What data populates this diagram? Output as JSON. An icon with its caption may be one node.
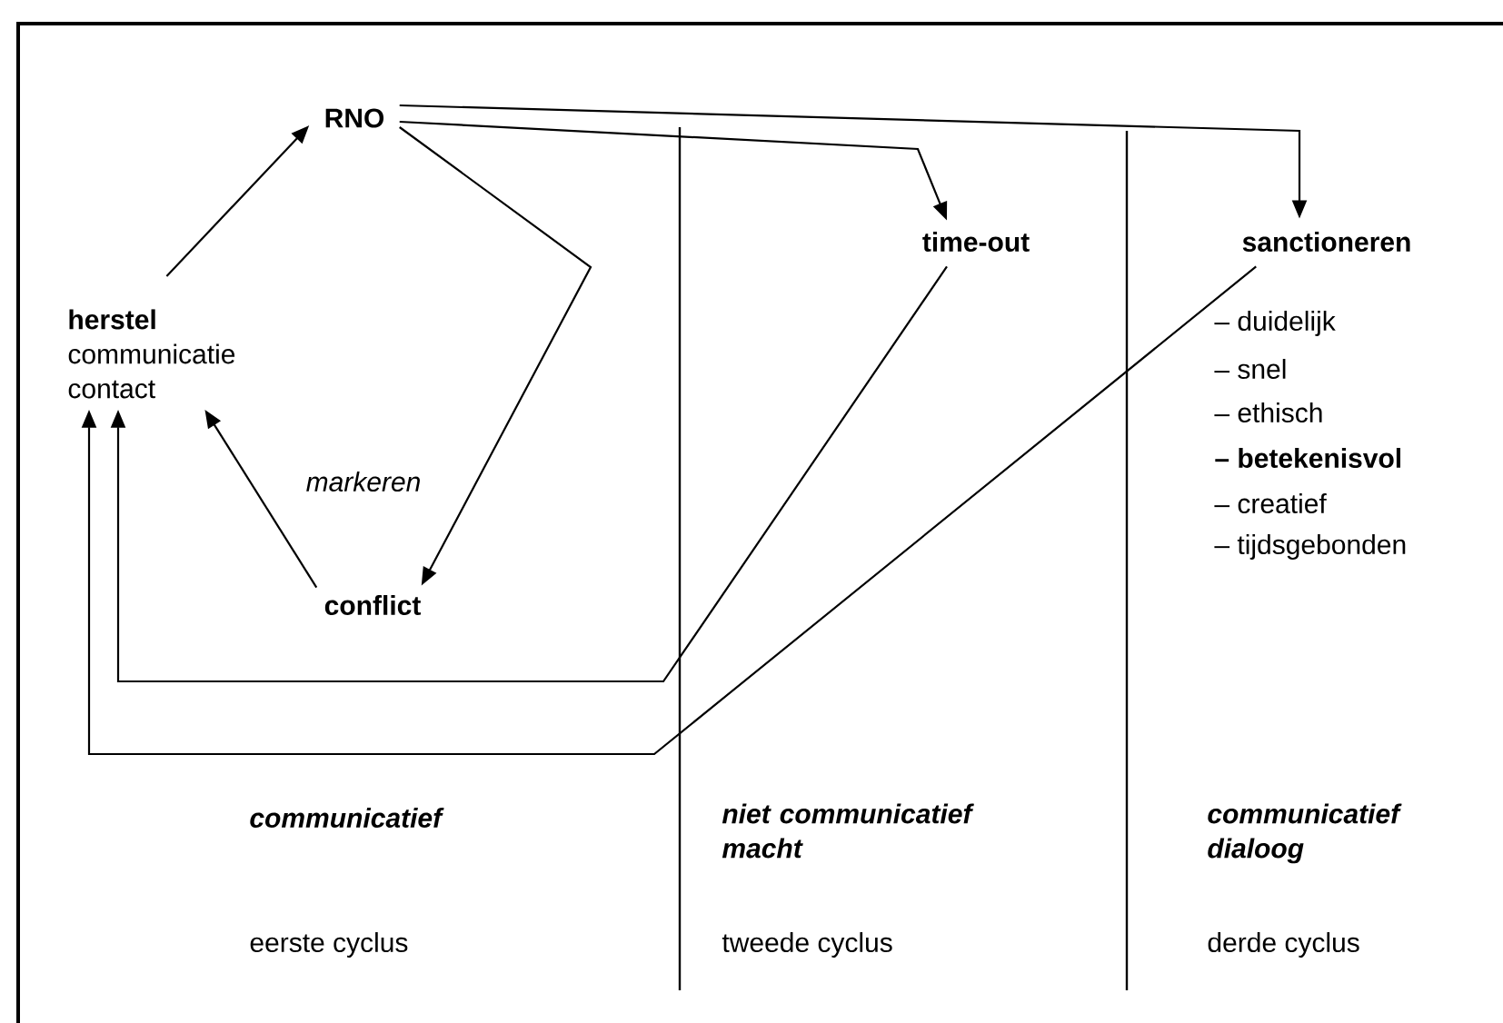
{
  "diagram": {
    "nodes": [
      {
        "text": [
          "RNO"
        ]
      },
      {
        "text": [
          "herstel",
          "communicatie contact"
        ]
      },
      {
        "text": [
          "conflict"
        ]
      },
      {
        "text": [
          "time-out"
        ]
      },
      {
        "text": [
          "sanctioneren"
        ]
      }
    ],
    "edges": [
      {
        "from": 1,
        "to": 0,
        "arrow": "to"
      },
      {
        "from": 0,
        "to": 2,
        "arrow": "to"
      },
      {
        "from": 2,
        "to": 1,
        "arrow": "to"
      },
      {
        "from": 0,
        "to": 3,
        "arrow": "to"
      },
      {
        "from": 0,
        "to": 4,
        "arrow": "to"
      },
      {
        "from": 3,
        "to": 1,
        "arrow": "to"
      },
      {
        "from": 4,
        "to": 1,
        "arrow": "to"
      }
    ],
    "labels": [
      "markeren",
      "– duidelijk",
      "– snel",
      "– ethisch",
      "– betekenisvol",
      "– creatief",
      "– tijdsgebonden",
      "communicatief",
      "niet communicatief macht",
      "communicatief dialoog",
      "eerste cyclus",
      "tweede cyclus",
      "derde cyclus"
    ]
  }
}
